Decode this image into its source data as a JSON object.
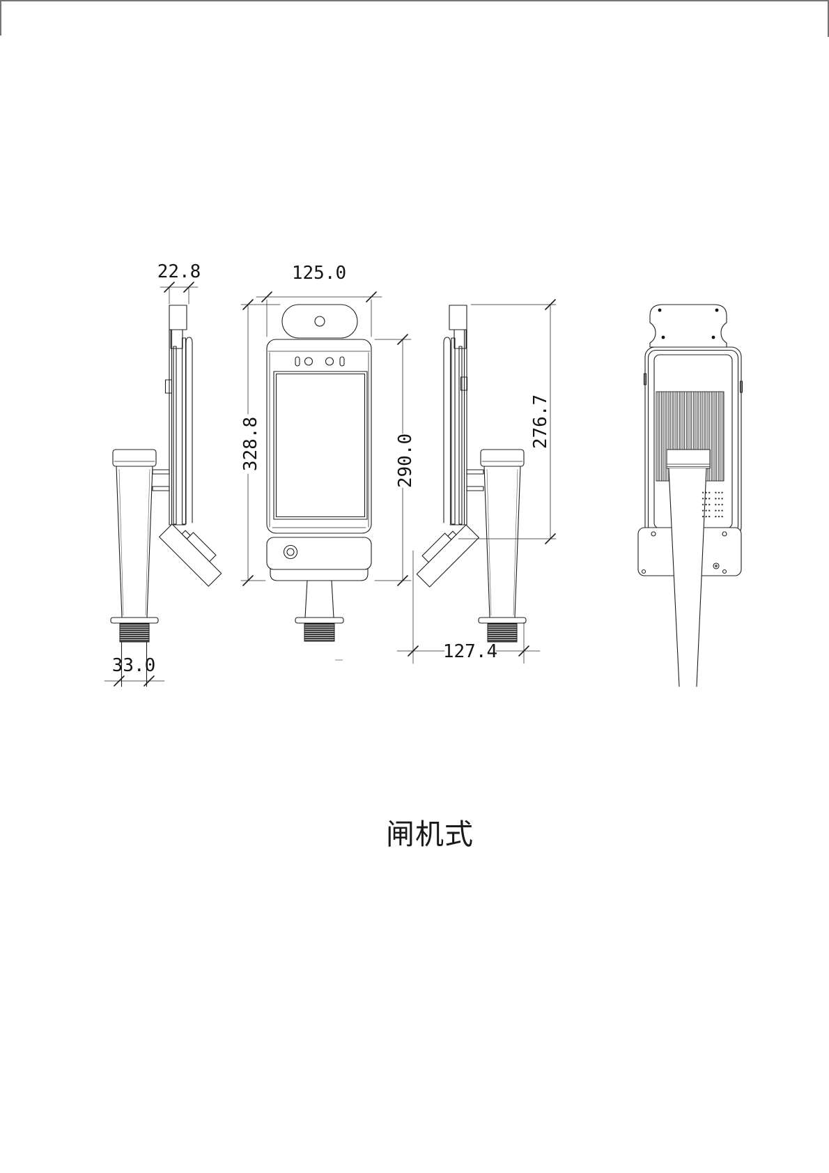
{
  "page": {
    "background": "#ffffff",
    "border_color": "#757575",
    "line_color": "#1c1c1c"
  },
  "caption": {
    "text": "闸机式"
  },
  "dimensions": {
    "side_width": "22.8",
    "front_width": "125.0",
    "total_height": "328.8",
    "body_height": "290.0",
    "rear_height": "276.7",
    "depth": "127.4",
    "pole_bottom_width": "33.0"
  }
}
